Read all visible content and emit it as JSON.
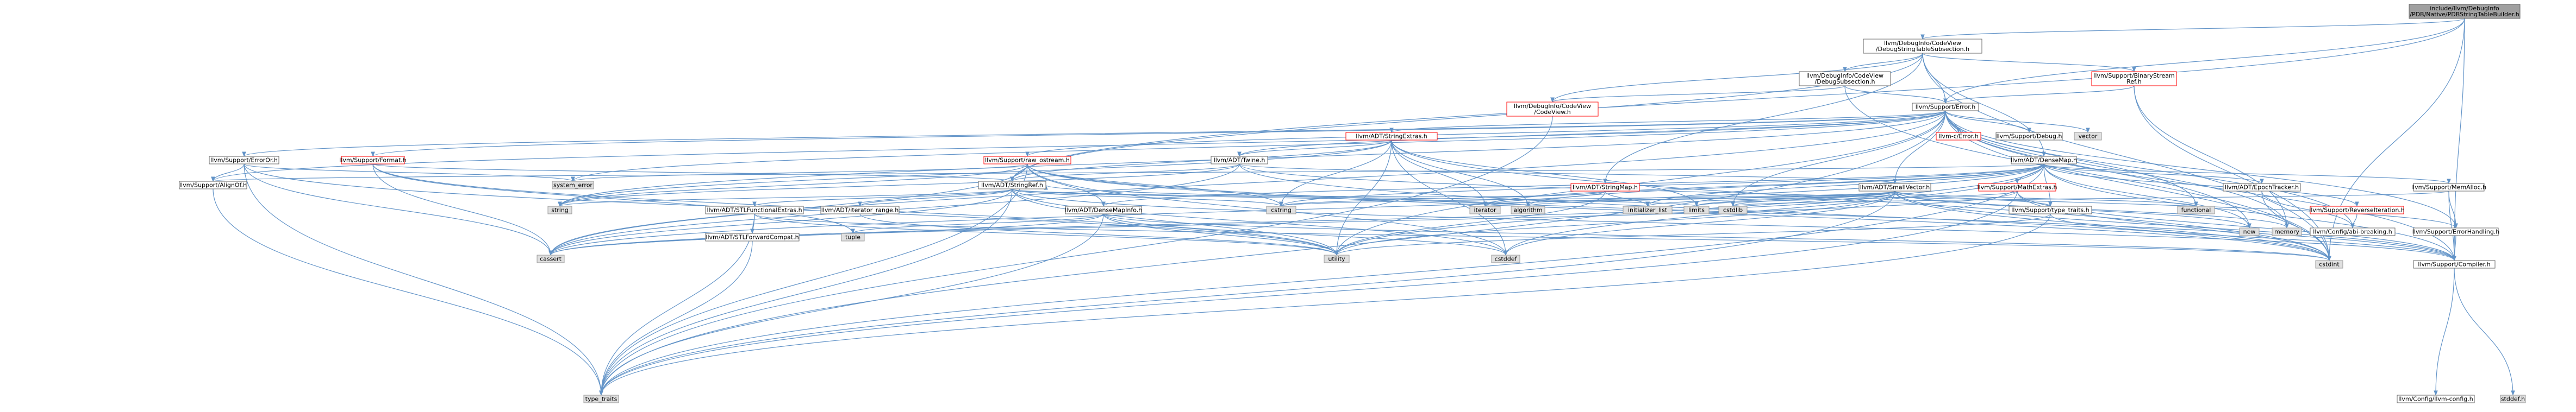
{
  "colors": {
    "root_fill": "#a0a0a0",
    "root_stroke": "#666666",
    "normal_fill": "#ffffff",
    "normal_stroke": "#666666",
    "missing_fill": "#ffffff",
    "missing_stroke": "#ff0000",
    "system_fill": "#e0e0e0",
    "system_stroke": "#999999",
    "edge": "#6394c8"
  },
  "nodes": [
    {
      "id": "root",
      "kind": "root",
      "lines": [
        "include/llvm/DebugInfo",
        "/PDB/Native/PDBStringTableBuilder.h"
      ]
    },
    {
      "id": "dsts",
      "kind": "normal",
      "lines": [
        "llvm/DebugInfo/CodeView",
        "/DebugStringTableSubsection.h"
      ]
    },
    {
      "id": "dsub",
      "kind": "normal",
      "lines": [
        "llvm/DebugInfo/CodeView",
        "/DebugSubsection.h"
      ]
    },
    {
      "id": "bsref",
      "kind": "missing",
      "lines": [
        "llvm/Support/BinaryStream",
        "Ref.h"
      ]
    },
    {
      "id": "cvh",
      "kind": "missing",
      "lines": [
        "llvm/DebugInfo/CodeView",
        "/CodeView.h"
      ]
    },
    {
      "id": "err",
      "kind": "normal",
      "lines": [
        "llvm/Support/Error.h"
      ]
    },
    {
      "id": "adtse",
      "kind": "missing",
      "lines": [
        "llvm/ADT/StringExtras.h"
      ]
    },
    {
      "id": "cerr",
      "kind": "missing",
      "lines": [
        "llvm-c/Error.h"
      ]
    },
    {
      "id": "dbg",
      "kind": "normal",
      "lines": [
        "llvm/Support/Debug.h"
      ]
    },
    {
      "id": "vector",
      "kind": "system",
      "lines": [
        "vector"
      ]
    },
    {
      "id": "erroc",
      "kind": "normal",
      "lines": [
        "llvm/Support/ErrorOr.h"
      ]
    },
    {
      "id": "fmt",
      "kind": "missing",
      "lines": [
        "llvm/Support/Format.h"
      ]
    },
    {
      "id": "rawos",
      "kind": "missing",
      "lines": [
        "llvm/Support/raw_ostream.h"
      ]
    },
    {
      "id": "twine",
      "kind": "normal",
      "lines": [
        "llvm/ADT/Twine.h"
      ]
    },
    {
      "id": "densemap",
      "kind": "normal",
      "lines": [
        "llvm/ADT/DenseMap.h"
      ]
    },
    {
      "id": "alignof",
      "kind": "normal",
      "lines": [
        "llvm/Support/AlignOf.h"
      ]
    },
    {
      "id": "syserr",
      "kind": "system",
      "lines": [
        "system_error"
      ]
    },
    {
      "id": "stringref",
      "kind": "normal",
      "lines": [
        "llvm/ADT/StringRef.h"
      ]
    },
    {
      "id": "strmap",
      "kind": "missing",
      "lines": [
        "llvm/ADT/StringMap.h"
      ]
    },
    {
      "id": "smallvec",
      "kind": "normal",
      "lines": [
        "llvm/ADT/SmallVector.h"
      ]
    },
    {
      "id": "mathext",
      "kind": "missing",
      "lines": [
        "llvm/Support/MathExtras.h"
      ]
    },
    {
      "id": "epoch",
      "kind": "normal",
      "lines": [
        "llvm/ADT/EpochTracker.h"
      ]
    },
    {
      "id": "revit",
      "kind": "missing",
      "lines": [
        "llvm/Support/ReverseIteration.h"
      ]
    },
    {
      "id": "memalloc",
      "kind": "normal",
      "lines": [
        "llvm/Support/MemAlloc.h"
      ]
    },
    {
      "id": "string",
      "kind": "system",
      "lines": [
        "string"
      ]
    },
    {
      "id": "stlfe",
      "kind": "normal",
      "lines": [
        "llvm/ADT/STLFunctionalExtras.h"
      ]
    },
    {
      "id": "iterrange",
      "kind": "normal",
      "lines": [
        "llvm/ADT/iterator_range.h"
      ]
    },
    {
      "id": "dmi",
      "kind": "normal",
      "lines": [
        "llvm/ADT/DenseMapInfo.h"
      ]
    },
    {
      "id": "cstring",
      "kind": "system",
      "lines": [
        "cstring"
      ]
    },
    {
      "id": "iterator",
      "kind": "system",
      "lines": [
        "iterator"
      ]
    },
    {
      "id": "algorithm",
      "kind": "system",
      "lines": [
        "algorithm"
      ]
    },
    {
      "id": "initlist",
      "kind": "system",
      "lines": [
        "initializer_list"
      ]
    },
    {
      "id": "limits",
      "kind": "system",
      "lines": [
        "limits"
      ]
    },
    {
      "id": "cstdlib",
      "kind": "system",
      "lines": [
        "cstdlib"
      ]
    },
    {
      "id": "typetraits_h",
      "kind": "normal",
      "lines": [
        "llvm/Support/type_traits.h"
      ]
    },
    {
      "id": "functional",
      "kind": "system",
      "lines": [
        "functional"
      ]
    },
    {
      "id": "new",
      "kind": "system",
      "lines": [
        "new"
      ]
    },
    {
      "id": "memory",
      "kind": "system",
      "lines": [
        "memory"
      ]
    },
    {
      "id": "cfgabi",
      "kind": "normal",
      "lines": [
        "llvm/Config/abi-breaking.h"
      ]
    },
    {
      "id": "errhand",
      "kind": "normal",
      "lines": [
        "llvm/Support/ErrorHandling.h"
      ]
    },
    {
      "id": "stlfc",
      "kind": "normal",
      "lines": [
        "llvm/ADT/STLForwardCompat.h"
      ]
    },
    {
      "id": "tuple",
      "kind": "system",
      "lines": [
        "tuple"
      ]
    },
    {
      "id": "cassert",
      "kind": "system",
      "lines": [
        "cassert"
      ]
    },
    {
      "id": "utility",
      "kind": "system",
      "lines": [
        "utility"
      ]
    },
    {
      "id": "cstddef",
      "kind": "system",
      "lines": [
        "cstddef"
      ]
    },
    {
      "id": "cstdint",
      "kind": "system",
      "lines": [
        "cstdint"
      ]
    },
    {
      "id": "compiler",
      "kind": "normal",
      "lines": [
        "llvm/Support/Compiler.h"
      ]
    },
    {
      "id": "typetraits",
      "kind": "system",
      "lines": [
        "type_traits"
      ]
    },
    {
      "id": "cfgllvm",
      "kind": "normal",
      "lines": [
        "llvm/Config/llvm-config.h"
      ]
    },
    {
      "id": "stddef",
      "kind": "system",
      "lines": [
        "stddef.h"
      ]
    }
  ],
  "edges": [
    [
      "root",
      "dsts"
    ],
    [
      "root",
      "err"
    ],
    [
      "root",
      "stringref"
    ],
    [
      "root",
      "cstdint"
    ],
    [
      "root",
      "compiler"
    ],
    [
      "dsts",
      "dsub"
    ],
    [
      "dsts",
      "bsref"
    ],
    [
      "dsts",
      "err"
    ],
    [
      "dsts",
      "cvh"
    ],
    [
      "dsts",
      "densemap"
    ],
    [
      "dsts",
      "stringref"
    ],
    [
      "dsts",
      "strmap"
    ],
    [
      "dsts",
      "cstdint"
    ],
    [
      "dsub",
      "cvh"
    ],
    [
      "dsub",
      "err"
    ],
    [
      "dsub",
      "cstdint"
    ],
    [
      "bsref",
      "err"
    ],
    [
      "bsref",
      "memory"
    ],
    [
      "bsref",
      "cstdint"
    ],
    [
      "cvh",
      "typetraits"
    ],
    [
      "err",
      "adtse"
    ],
    [
      "err",
      "cerr"
    ],
    [
      "err",
      "dbg"
    ],
    [
      "err",
      "vector"
    ],
    [
      "err",
      "erroc"
    ],
    [
      "err",
      "fmt"
    ],
    [
      "err",
      "rawos"
    ],
    [
      "err",
      "twine"
    ],
    [
      "err",
      "smallvec"
    ],
    [
      "err",
      "alignof"
    ],
    [
      "err",
      "cassert"
    ],
    [
      "err",
      "cstdint"
    ],
    [
      "err",
      "cstdlib"
    ],
    [
      "err",
      "functional"
    ],
    [
      "err",
      "memory"
    ],
    [
      "err",
      "new"
    ],
    [
      "err",
      "optional_x"
    ],
    [
      "err",
      "string"
    ],
    [
      "err",
      "syserr"
    ],
    [
      "err",
      "typetraits"
    ],
    [
      "err",
      "utility"
    ],
    [
      "err",
      "compiler"
    ],
    [
      "err",
      "errhand"
    ],
    [
      "err",
      "cfgabi"
    ],
    [
      "adtse",
      "stringref"
    ],
    [
      "adtse",
      "twine"
    ],
    [
      "adtse",
      "iterator"
    ],
    [
      "adtse",
      "cstring"
    ],
    [
      "adtse",
      "cstddef"
    ],
    [
      "adtse",
      "cstdint"
    ],
    [
      "adtse",
      "string"
    ],
    [
      "adtse",
      "utility"
    ],
    [
      "adtse",
      "limits"
    ],
    [
      "adtse",
      "algorithm"
    ],
    [
      "erroc",
      "alignof"
    ],
    [
      "erroc",
      "cassert"
    ],
    [
      "erroc",
      "syserr"
    ],
    [
      "erroc",
      "typetraits"
    ],
    [
      "erroc",
      "utility"
    ],
    [
      "fmt",
      "stringref"
    ],
    [
      "fmt",
      "cassert"
    ],
    [
      "fmt",
      "cstdio_x"
    ],
    [
      "fmt",
      "tuple"
    ],
    [
      "fmt",
      "utility"
    ],
    [
      "rawos",
      "stringref"
    ],
    [
      "rawos",
      "cassert"
    ],
    [
      "rawos",
      "cstddef"
    ],
    [
      "rawos",
      "cstdint"
    ],
    [
      "rawos",
      "cstring"
    ],
    [
      "rawos",
      "string"
    ],
    [
      "rawos",
      "syserr"
    ],
    [
      "rawos",
      "typetraits"
    ],
    [
      "rawos",
      "compiler"
    ],
    [
      "rawos",
      "dmi"
    ],
    [
      "twine",
      "smallvec"
    ],
    [
      "twine",
      "stringref"
    ],
    [
      "twine",
      "errhand"
    ],
    [
      "twine",
      "cassert"
    ],
    [
      "twine",
      "cstdint"
    ],
    [
      "twine",
      "string"
    ],
    [
      "densemap",
      "dmi"
    ],
    [
      "densemap",
      "epoch"
    ],
    [
      "densemap",
      "alignof"
    ],
    [
      "densemap",
      "compiler"
    ],
    [
      "densemap",
      "mathext"
    ],
    [
      "densemap",
      "memalloc"
    ],
    [
      "densemap",
      "revit"
    ],
    [
      "densemap",
      "typetraits_h"
    ],
    [
      "densemap",
      "algorithm"
    ],
    [
      "densemap",
      "cassert"
    ],
    [
      "densemap",
      "cstddef"
    ],
    [
      "densemap",
      "cstring"
    ],
    [
      "densemap",
      "initlist"
    ],
    [
      "densemap",
      "iterator"
    ],
    [
      "densemap",
      "new"
    ],
    [
      "densemap",
      "typetraits"
    ],
    [
      "densemap",
      "utility"
    ],
    [
      "stringref",
      "stlfe"
    ],
    [
      "stringref",
      "iterrange"
    ],
    [
      "stringref",
      "compiler"
    ],
    [
      "stringref",
      "algorithm"
    ],
    [
      "stringref",
      "cassert"
    ],
    [
      "stringref",
      "cstddef"
    ],
    [
      "stringref",
      "cstring"
    ],
    [
      "stringref",
      "limits"
    ],
    [
      "stringref",
      "string"
    ],
    [
      "stringref",
      "typetraits"
    ],
    [
      "stringref",
      "utility"
    ],
    [
      "strmap",
      "stringref"
    ],
    [
      "strmap",
      "cstring"
    ],
    [
      "strmap",
      "iterator"
    ],
    [
      "strmap",
      "initlist"
    ],
    [
      "strmap",
      "utility"
    ],
    [
      "smallvec",
      "compiler"
    ],
    [
      "smallvec",
      "typetraits_h"
    ],
    [
      "smallvec",
      "algorithm"
    ],
    [
      "smallvec",
      "cassert"
    ],
    [
      "smallvec",
      "cstddef"
    ],
    [
      "smallvec",
      "cstdint"
    ],
    [
      "smallvec",
      "cstdlib"
    ],
    [
      "smallvec",
      "cstring"
    ],
    [
      "smallvec",
      "functional"
    ],
    [
      "smallvec",
      "initlist"
    ],
    [
      "smallvec",
      "iterator"
    ],
    [
      "smallvec",
      "limits"
    ],
    [
      "smallvec",
      "memory"
    ],
    [
      "smallvec",
      "new"
    ],
    [
      "smallvec",
      "typetraits"
    ],
    [
      "smallvec",
      "utility"
    ],
    [
      "mathext",
      "compiler"
    ],
    [
      "mathext",
      "cassert"
    ],
    [
      "mathext",
      "cstdint"
    ],
    [
      "mathext",
      "limits"
    ],
    [
      "mathext",
      "typetraits"
    ],
    [
      "epoch",
      "cfgabi"
    ],
    [
      "epoch",
      "cstdint"
    ],
    [
      "revit",
      "cfgabi"
    ],
    [
      "memalloc",
      "compiler"
    ],
    [
      "memalloc",
      "errhand"
    ],
    [
      "memalloc",
      "cstdlib"
    ],
    [
      "errhand",
      "compiler"
    ],
    [
      "stlfe",
      "stlfc"
    ],
    [
      "stlfe",
      "cstdint"
    ],
    [
      "stlfe",
      "typetraits"
    ],
    [
      "stlfe",
      "utility"
    ],
    [
      "iterrange",
      "utility"
    ],
    [
      "dmi",
      "cassert"
    ],
    [
      "dmi",
      "cstddef"
    ],
    [
      "dmi",
      "cstdint"
    ],
    [
      "dmi",
      "tuple"
    ],
    [
      "dmi",
      "typetraits"
    ],
    [
      "dmi",
      "utility"
    ],
    [
      "typetraits_h",
      "compiler"
    ],
    [
      "typetraits_h",
      "typetraits"
    ],
    [
      "typetraits_h",
      "utility"
    ],
    [
      "stlfc",
      "typetraits"
    ],
    [
      "alignof",
      "typetraits"
    ],
    [
      "compiler",
      "cfgllvm"
    ],
    [
      "compiler",
      "stddef"
    ]
  ]
}
